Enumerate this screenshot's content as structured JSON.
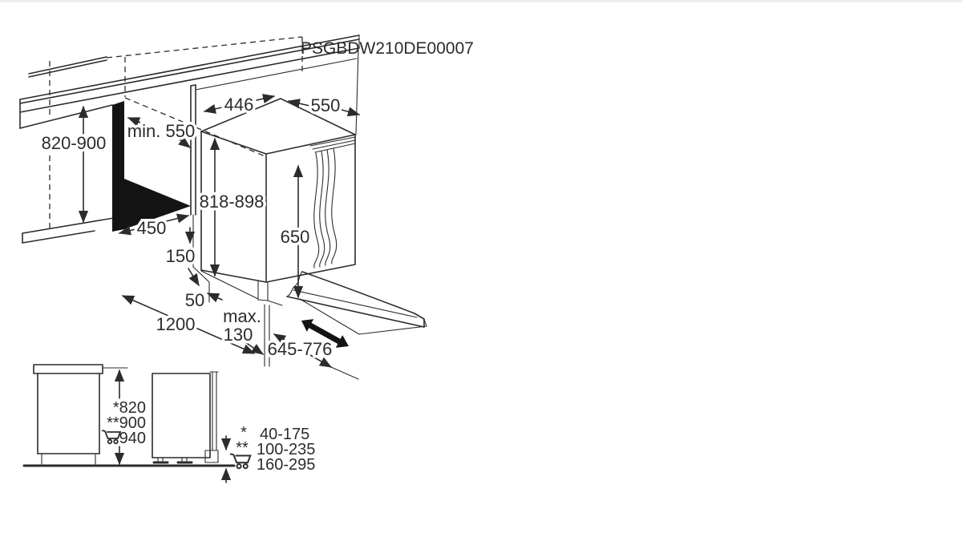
{
  "title": "PSGBDW210DE00007",
  "installation_view": {
    "niche_height": "820-900",
    "niche_depth": "min. 550",
    "niche_width": "450",
    "appliance_width": "446",
    "appliance_depth": "550",
    "appliance_height": "818-898",
    "door_panel_height": "650",
    "plinth_height": "150",
    "plinth_recess": "50",
    "front_clearance": "1200",
    "plinth_max_label": "max.",
    "plinth_max_value": "130",
    "sliding_panel_range": "645-776"
  },
  "height_adjustment_view": {
    "heights": [
      "*820",
      "**900",
      "940"
    ],
    "legend": [
      {
        "marker": "*",
        "range": "40-175"
      },
      {
        "marker": "**",
        "range": "100-235"
      },
      {
        "marker": "shopping-cart-icon",
        "range": "160-295"
      }
    ]
  },
  "icons": {
    "cart": "shopping-cart-icon"
  },
  "colors": {
    "line": "#2c2c2c",
    "fill": "#141414",
    "background": "#ffffff"
  }
}
